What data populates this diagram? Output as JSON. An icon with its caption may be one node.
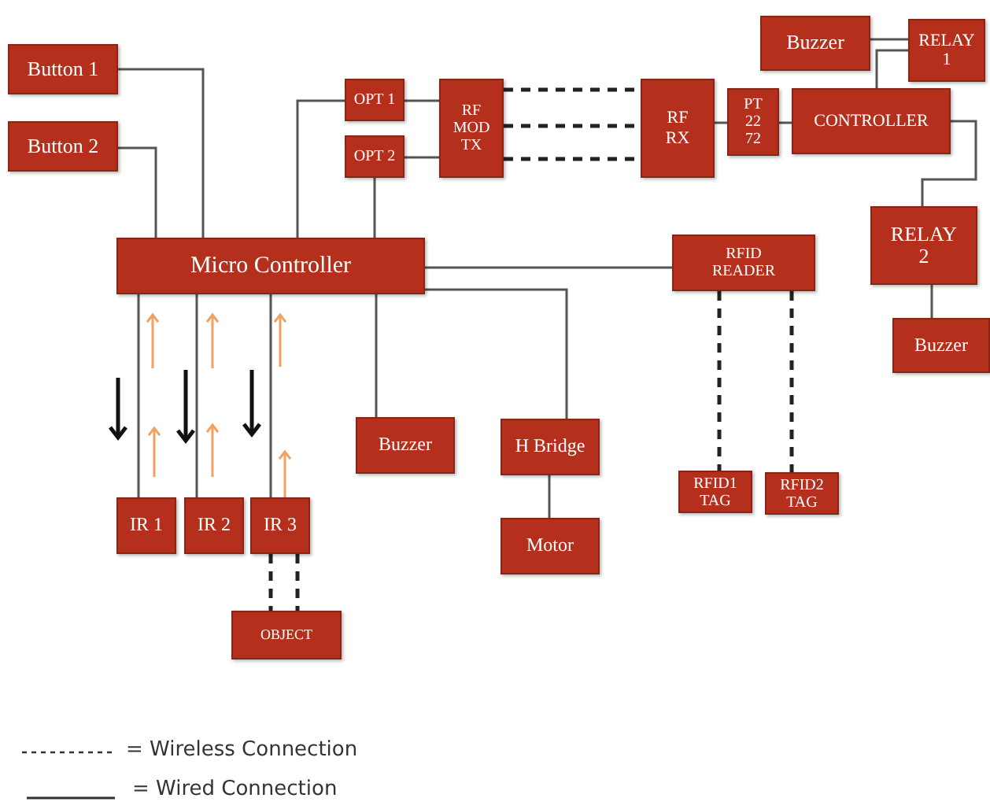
{
  "diagram": {
    "nodes": [
      {
        "text": [
          "Button 1"
        ]
      },
      {
        "text": [
          "Button 2"
        ]
      },
      {
        "text": [
          "OPT 1"
        ]
      },
      {
        "text": [
          "OPT 2"
        ]
      },
      {
        "text": [
          "RF MOD TX"
        ]
      },
      {
        "text": [
          "RF RX"
        ]
      },
      {
        "text": [
          "PT 22 72"
        ]
      },
      {
        "text": [
          "Buzzer"
        ]
      },
      {
        "text": [
          "RELAY 1"
        ]
      },
      {
        "text": [
          "CONTROLLER"
        ]
      },
      {
        "text": [
          "Micro Controller"
        ]
      },
      {
        "text": [
          "RFID READER"
        ]
      },
      {
        "text": [
          "RELAY 2"
        ]
      },
      {
        "text": [
          "Buzzer"
        ]
      },
      {
        "text": [
          "IR 1"
        ]
      },
      {
        "text": [
          "IR 2"
        ]
      },
      {
        "text": [
          "IR 3"
        ]
      },
      {
        "text": [
          "Buzzer"
        ]
      },
      {
        "text": [
          "H Bridge"
        ]
      },
      {
        "text": [
          "Motor"
        ]
      },
      {
        "text": [
          "RFID1 TAG"
        ]
      },
      {
        "text": [
          "RFID2 TAG"
        ]
      },
      {
        "text": [
          "OBJECT"
        ]
      }
    ],
    "edges": [
      {
        "from": 0,
        "to": 10,
        "arrow": "none"
      },
      {
        "from": 1,
        "to": 10,
        "arrow": "none"
      },
      {
        "from": 2,
        "to": 10,
        "arrow": "none"
      },
      {
        "from": 3,
        "to": 10,
        "arrow": "none"
      },
      {
        "from": 2,
        "to": 4,
        "arrow": "none"
      },
      {
        "from": 3,
        "to": 4,
        "arrow": "none"
      },
      {
        "from": 4,
        "to": 5,
        "arrow": "none",
        "style": "dashed"
      },
      {
        "from": 4,
        "to": 5,
        "arrow": "none",
        "style": "dashed"
      },
      {
        "from": 4,
        "to": 5,
        "arrow": "none",
        "style": "dashed"
      },
      {
        "from": 5,
        "to": 6,
        "arrow": "none"
      },
      {
        "from": 6,
        "to": 9,
        "arrow": "none"
      },
      {
        "from": 7,
        "to": 8,
        "arrow": "none"
      },
      {
        "from": 9,
        "to": 8,
        "arrow": "none"
      },
      {
        "from": 9,
        "to": 12,
        "arrow": "none"
      },
      {
        "from": 12,
        "to": 13,
        "arrow": "none"
      },
      {
        "from": 10,
        "to": 11,
        "arrow": "none"
      },
      {
        "from": 10,
        "to": 18,
        "arrow": "none"
      },
      {
        "from": 11,
        "to": 20,
        "arrow": "none",
        "style": "dashed"
      },
      {
        "from": 11,
        "to": 21,
        "arrow": "none",
        "style": "dashed"
      },
      {
        "from": 18,
        "to": 19,
        "arrow": "none"
      },
      {
        "from": 10,
        "to": 17,
        "arrow": "none"
      },
      {
        "from": 10,
        "to": 14,
        "arrow": "none"
      },
      {
        "from": 10,
        "to": 15,
        "arrow": "none"
      },
      {
        "from": 10,
        "to": 16,
        "arrow": "none"
      },
      {
        "from": 16,
        "to": 22,
        "arrow": "none",
        "style": "dashed"
      },
      {
        "from": 16,
        "to": 22,
        "arrow": "none",
        "style": "dashed"
      }
    ],
    "legend": [
      {
        "text": "= Wireless Connection"
      },
      {
        "text": "= Wired Connection"
      }
    ]
  }
}
